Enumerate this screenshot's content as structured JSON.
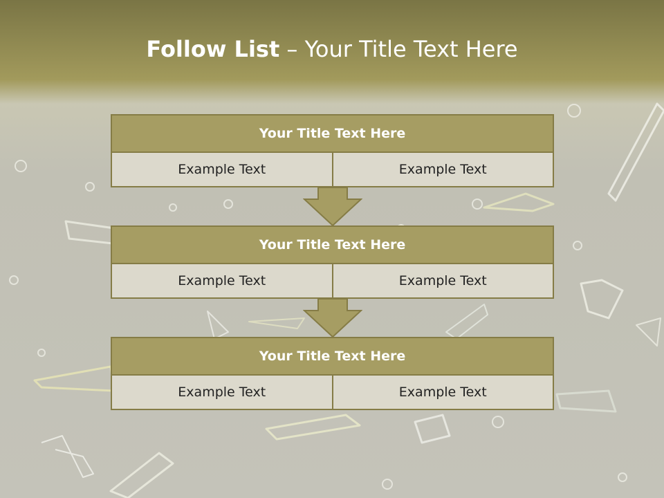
{
  "slide": {
    "title_bold": "Follow List",
    "title_rest": " – Your Title Text Here"
  },
  "steps": [
    {
      "title": "Your Title Text Here",
      "left": "Example Text",
      "right": "Example Text"
    },
    {
      "title": "Your Title Text Here",
      "left": "Example Text",
      "right": "Example Text"
    },
    {
      "title": "Your Title Text Here",
      "left": "Example Text",
      "right": "Example Text"
    }
  ],
  "colors": {
    "header_fill": "#a69d63",
    "border": "#857c46",
    "cell_fill": "#dcd9cc",
    "arrow_fill": "#a69d63"
  },
  "background": {
    "image": "microscopic-crystals-photo"
  }
}
